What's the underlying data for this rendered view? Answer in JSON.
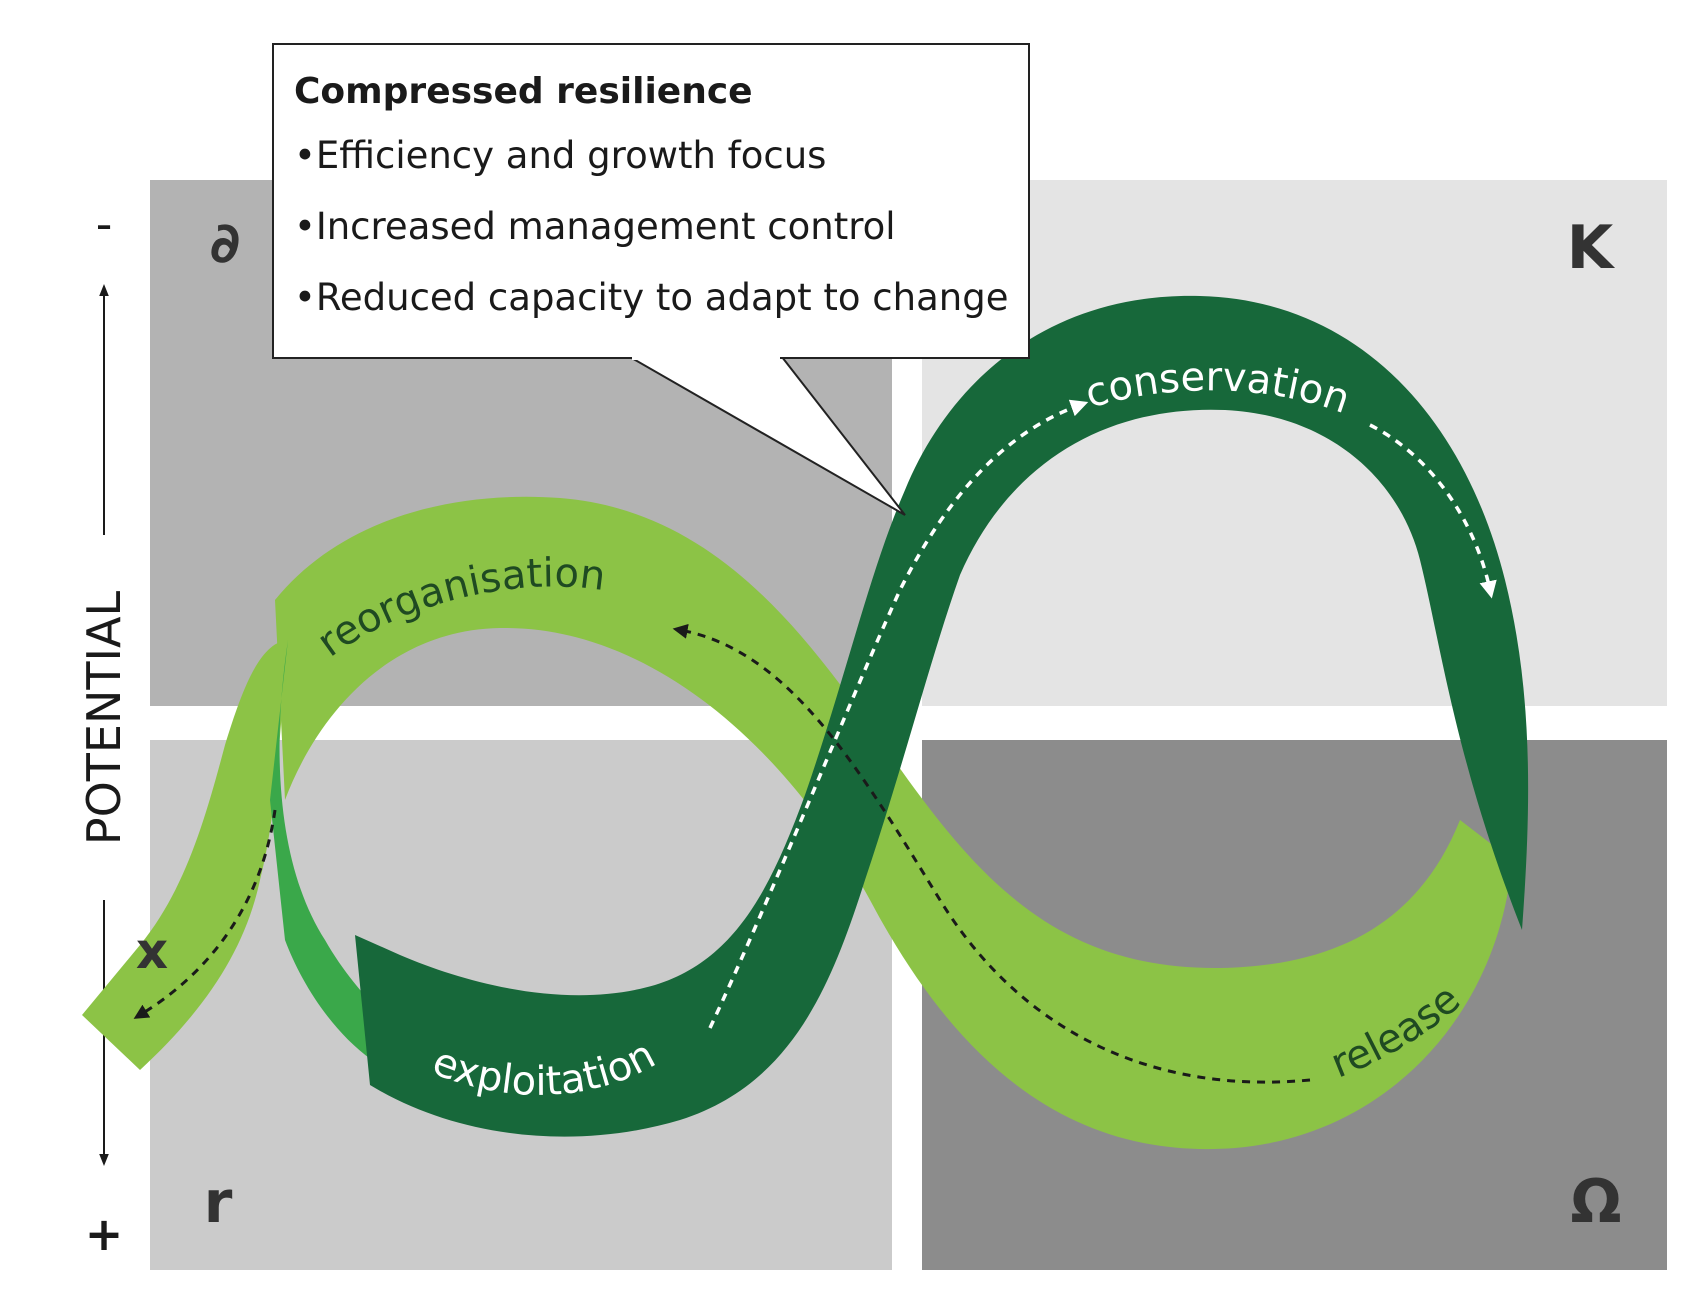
{
  "axis": {
    "label": "POTENTIAL",
    "top_sign": "-",
    "bottom_sign": "+"
  },
  "quadrants": {
    "top_left": "∂",
    "top_right": "K",
    "bottom_left": "r",
    "bottom_right": "Ω"
  },
  "exit_label": "x",
  "phases": {
    "reorganisation": "reorganisation",
    "conservation": "conservation",
    "exploitation": "exploitation",
    "release": "release"
  },
  "callout": {
    "title": "Compressed resilience",
    "items": [
      "•Efficiency and growth focus",
      "•Increased management control",
      "•Reduced capacity to adapt to change"
    ]
  },
  "colors": {
    "quad_top_left": "#b3b3b3",
    "quad_top_right": "#e4e4e4",
    "quad_bottom_left": "#cbcbcb",
    "quad_bottom_right": "#8c8c8c",
    "light_green": "#8cc346",
    "mid_green": "#3aa84a",
    "dark_green": "#17683a"
  }
}
